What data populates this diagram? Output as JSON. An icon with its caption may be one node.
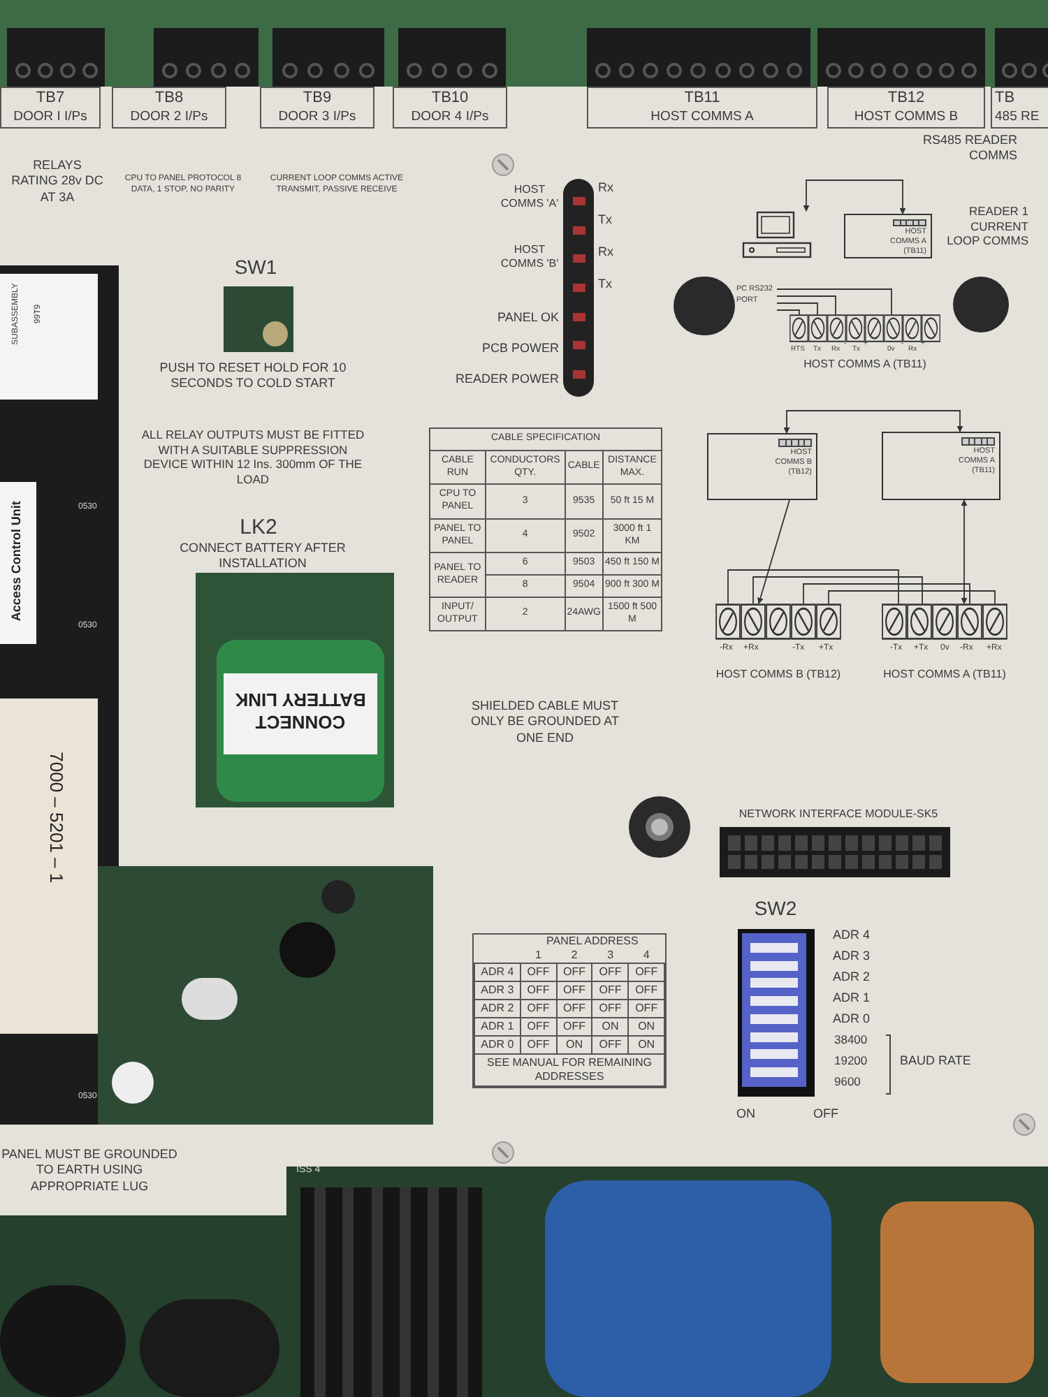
{
  "diagram": {
    "nodes": [
      {
        "text": [
          "TB7",
          "DOOR I I/Ps"
        ]
      },
      {
        "text": [
          "TB8",
          "DOOR 2 I/Ps"
        ]
      },
      {
        "text": [
          "TB9",
          "DOOR 3 I/Ps"
        ]
      },
      {
        "text": [
          "TB10",
          "DOOR 4 I/Ps"
        ]
      },
      {
        "text": [
          "TB11",
          "HOST COMMS A"
        ]
      },
      {
        "text": [
          "TB12",
          "HOST COMMS B"
        ]
      },
      {
        "text": [
          "TB",
          "485 RE"
        ]
      },
      {
        "text": [],
        "shape": "picture"
      },
      {
        "text": [
          "HOST COMMS A (TB11)"
        ]
      },
      {
        "text": [
          "PC RS232 PORT"
        ]
      },
      {
        "text": [],
        "shape": "bar",
        "beside": [
          "HOST COMMS A (TB11)"
        ]
      },
      {
        "text": [
          "HOST COMMS B (TB12)"
        ]
      },
      {
        "text": [
          "HOST COMMS A (TB11)"
        ]
      },
      {
        "text": [],
        "shape": "bar",
        "beside": [
          "HOST COMMS B (TB12)"
        ]
      },
      {
        "text": [],
        "shape": "bar",
        "beside": [
          "HOST COMMS A (TB11)"
        ]
      }
    ],
    "edges": [
      {
        "from": 7,
        "to": 8,
        "arrow": "both"
      },
      {
        "from": 9,
        "to": 10,
        "arrow": "none"
      },
      {
        "from": 9,
        "to": 10,
        "arrow": "none"
      },
      {
        "from": 9,
        "to": 10,
        "arrow": "none"
      },
      {
        "from": 9,
        "to": 10,
        "arrow": "none"
      },
      {
        "from": 11,
        "to": 12,
        "arrow": "both"
      },
      {
        "from": 11,
        "to": 13,
        "arrow": "to"
      },
      {
        "from": 14,
        "to": 12,
        "arrow": "both"
      },
      {
        "from": 13,
        "to": 14,
        "arrow": "none"
      },
      {
        "from": 13,
        "to": 14,
        "arrow": "none"
      },
      {
        "from": 13,
        "to": 14,
        "arrow": "none"
      },
      {
        "from": 13,
        "to": 14,
        "arrow": "none"
      }
    ],
    "labels": [
      "RELAYS RATING 28v DC AT 3A",
      "CPU TO PANEL PROTOCOL 8 DATA, 1 STOP, NO PARITY",
      "CURRENT LOOP COMMS ACTIVE TRANSMIT, PASSIVE RECEIVE",
      "RS485 READER COMMS",
      "HOST COMMS 'A'",
      "Rx",
      "Tx",
      "READER 1 CURRENT LOOP COMMS",
      "HOST COMMS 'B'",
      "Rx",
      "Tx",
      "SW1",
      "PANEL OK",
      "PCB POWER",
      "READER POWER",
      "RTS",
      "Tx",
      "Rx",
      "-",
      "Tx",
      "+",
      "0v",
      "-",
      "Rx",
      "+",
      "PUSH TO RESET HOLD FOR 10 SECONDS TO COLD START",
      "ALL RELAY OUTPUTS MUST BE FITTED WITH A SUITABLE SUPPRESSION DEVICE WITHIN 12 Ins. 300mm OF THE LOAD",
      "LK2",
      "CONNECT BATTERY AFTER INSTALLATION",
      "-Rx",
      "+Rx",
      "-Tx",
      "+Tx",
      "-Tx",
      "+Tx",
      "0v",
      "-Rx",
      "+Rx",
      "CONNECT BATTERY LINK",
      "CABLE SPECIFICATION",
      "CABLE RUN",
      "CONDUCTORS QTY.",
      "CABLE",
      "DISTANCE MAX.",
      "CPU TO PANEL",
      "3",
      "9535",
      "50 ft 15 M",
      "PANEL TO PANEL",
      "4",
      "9502",
      "3000 ft 1 KM",
      "PANEL TO READER",
      "6",
      "9503",
      "450 ft 150 M",
      "8",
      "9504",
      "900 ft 300 M",
      "INPUT/ OUTPUT",
      "2",
      "24AWG",
      "1500 ft 500 M",
      "SHIELDED CABLE MUST ONLY BE GROUNDED AT ONE END",
      "NETWORK INTERFACE MODULE-SK5",
      "SW2",
      "PANEL ADDRESS",
      "1",
      "2",
      "3",
      "4",
      "ADR 4",
      "OFF",
      "OFF",
      "OFF",
      "OFF",
      "ADR 3",
      "OFF",
      "OFF",
      "OFF",
      "OFF",
      "ADR 2",
      "OFF",
      "OFF",
      "OFF",
      "OFF",
      "ADR 1",
      "OFF",
      "OFF",
      "ON",
      "ON",
      "ADR 0",
      "OFF",
      "ON",
      "OFF",
      "ON",
      "SEE MANUAL FOR REMAINING ADDRESSES",
      "ADR 4",
      "ADR 3",
      "ADR 2",
      "ADR 1",
      "ADR 0",
      "38400",
      "19200",
      "9600",
      "BAUD RATE",
      "ON",
      "OFF",
      "PANEL MUST BE GROUNDED TO EARTH USING APPROPRIATE LUG",
      "ISS 4",
      "SUBASSEMBLY",
      "99T9",
      "Access Control Unit",
      "7000 – 5201 – 1",
      "0530",
      "0530",
      "0530"
    ]
  }
}
